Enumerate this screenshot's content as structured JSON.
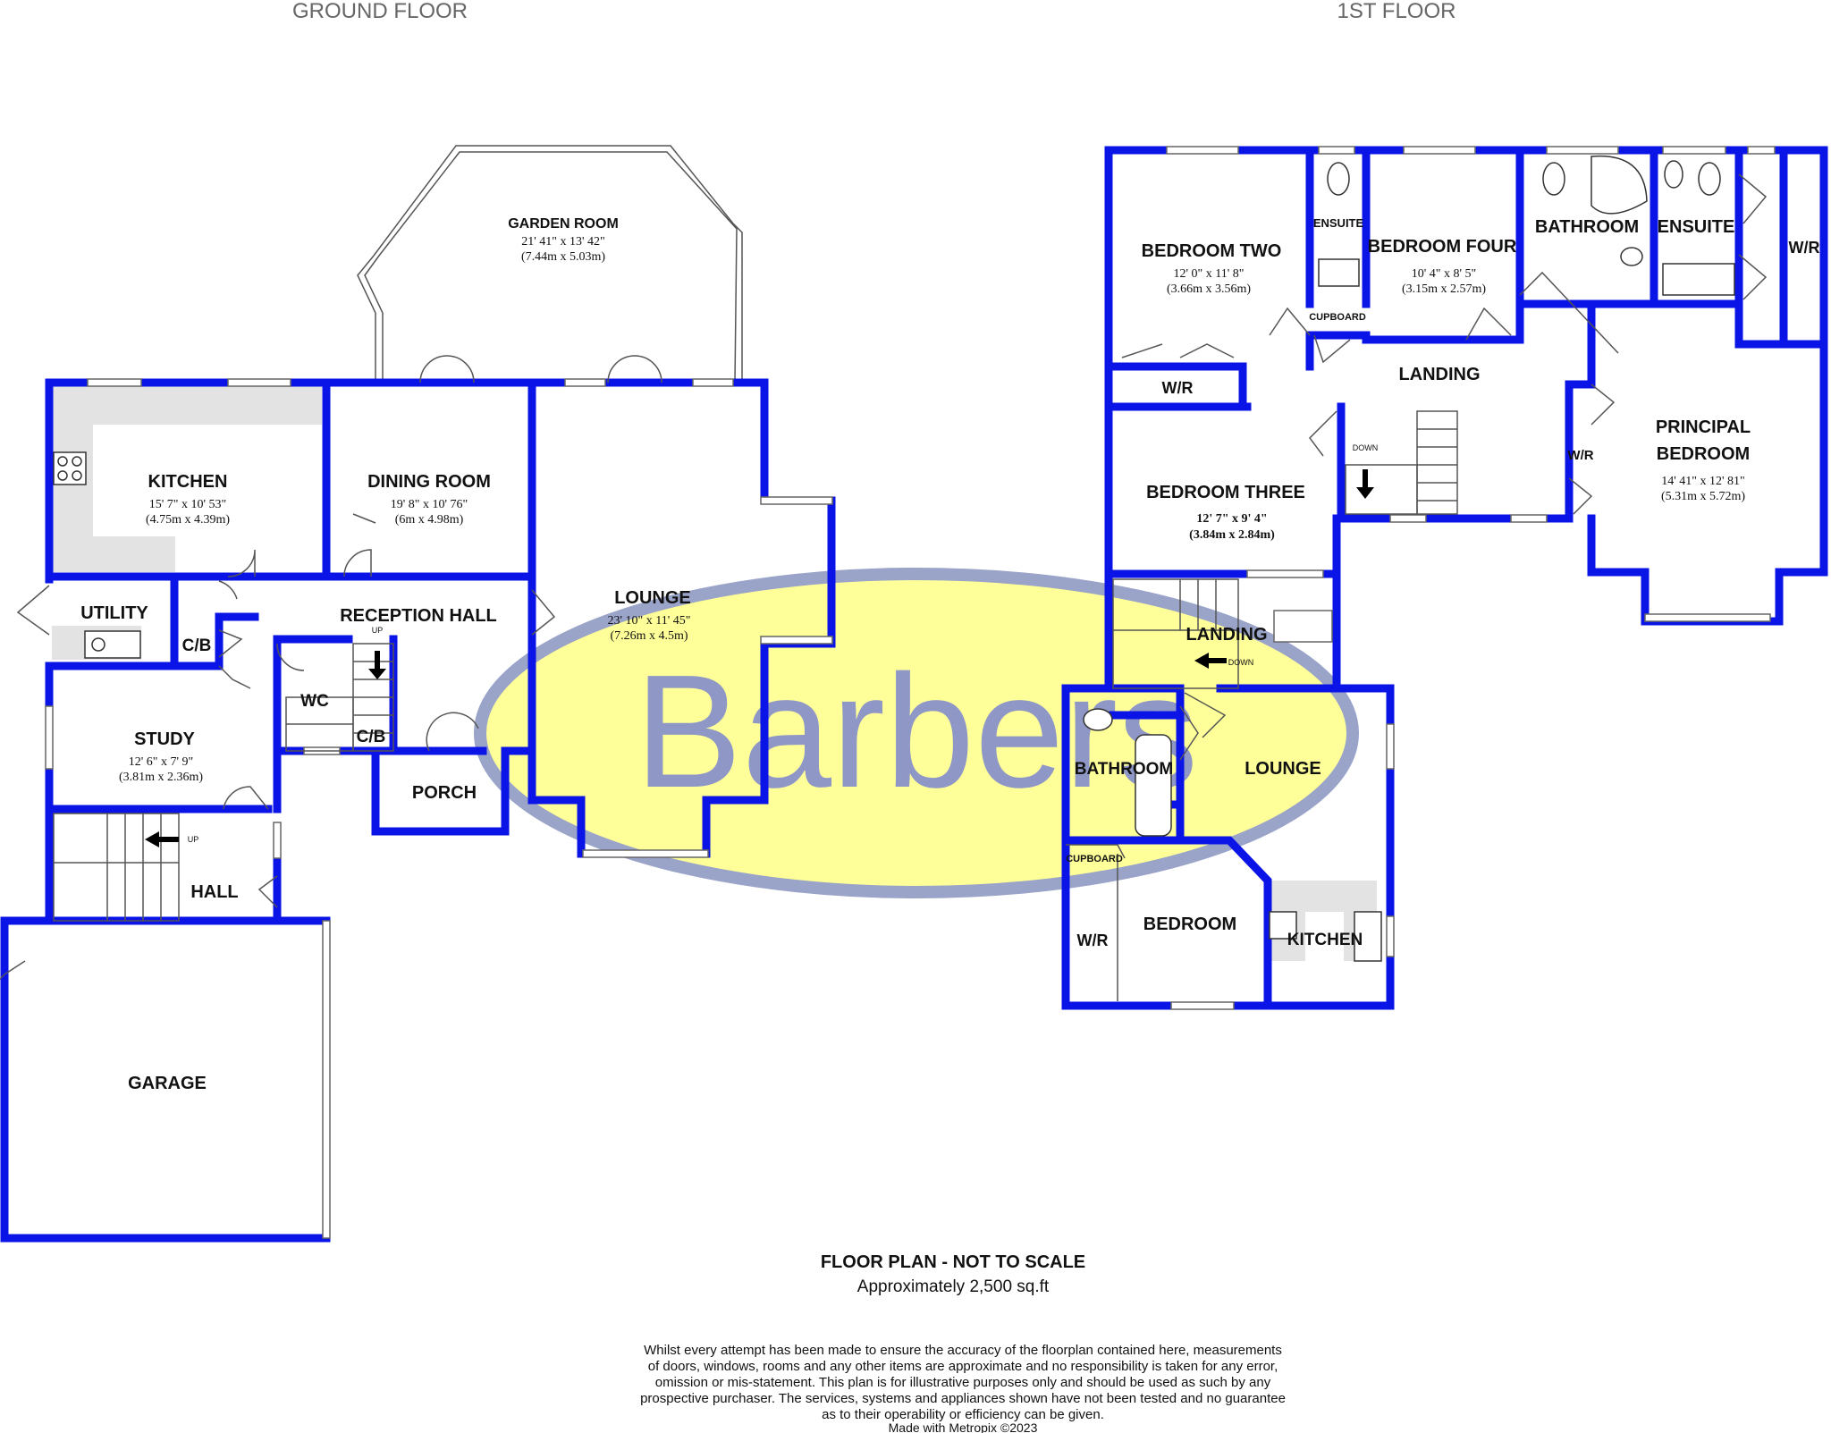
{
  "floors": {
    "ground_title": "GROUND FLOOR",
    "first_title": "1ST FLOOR"
  },
  "ground_rooms": {
    "garden_room": {
      "name": "GARDEN ROOM",
      "dim_imperial": "21' 41\" x 13' 42\"",
      "dim_metric": "(7.44m x 5.03m)"
    },
    "kitchen": {
      "name": "KITCHEN",
      "dim_imperial": "15' 7\" x 10' 53\"",
      "dim_metric": "(4.75m x 4.39m)"
    },
    "dining_room": {
      "name": "DINING ROOM",
      "dim_imperial": "19' 8\" x 10' 76\"",
      "dim_metric": "(6m x 4.98m)"
    },
    "lounge": {
      "name": "LOUNGE",
      "dim_imperial": "23' 10\" x 11' 45\"",
      "dim_metric": "(7.26m x 4.5m)"
    },
    "utility": {
      "name": "UTILITY"
    },
    "cb_utility": {
      "name": "C/B"
    },
    "reception_hall": {
      "name": "RECEPTION HALL",
      "stair_note": "UP"
    },
    "wc": {
      "name": "WC"
    },
    "cb_hall": {
      "name": "C/B"
    },
    "study": {
      "name": "STUDY",
      "dim_imperial": "12' 6\" x 7' 9\"",
      "dim_metric": "(3.81m x 2.36m)"
    },
    "porch": {
      "name": "PORCH"
    },
    "hall": {
      "name": "HALL",
      "stair_note": "UP"
    },
    "garage": {
      "name": "GARAGE"
    }
  },
  "first_rooms": {
    "bedroom_two": {
      "name": "BEDROOM TWO",
      "dim_imperial": "12' 0\" x 11' 8\"",
      "dim_metric": "(3.66m x 3.56m)"
    },
    "ensuite_small": {
      "name": "ENSUITE"
    },
    "bedroom_four": {
      "name": "BEDROOM FOUR",
      "dim_imperial": "10' 4\" x 8' 5\"",
      "dim_metric": "(3.15m x 2.57m)"
    },
    "bathroom_main": {
      "name": "BATHROOM"
    },
    "ensuite_principal": {
      "name": "ENSUITE"
    },
    "wr_right": {
      "name": "W/R"
    },
    "cupboard_top": {
      "name": "CUPBOARD"
    },
    "wr_bed_two": {
      "name": "W/R"
    },
    "landing_top": {
      "name": "LANDING",
      "stair_note": "DOWN"
    },
    "principal_bedroom": {
      "name_line1": "PRINCIPAL",
      "name_line2": "BEDROOM",
      "dim_imperial": "14' 41\" x 12' 81\"",
      "dim_metric": "(5.31m x 5.72m)"
    },
    "wr_principal": {
      "name": "W/R"
    },
    "bedroom_three": {
      "name": "BEDROOM THREE",
      "dim_imperial": "12' 7\" x 9' 4\"",
      "dim_metric": "(3.84m x 2.84m)"
    },
    "landing_lower": {
      "name": "LANDING",
      "stair_note": "DOWN"
    },
    "annex_bathroom": {
      "name": "BATHROOM"
    },
    "annex_lounge": {
      "name": "LOUNGE"
    },
    "annex_cupboard": {
      "name": "CUPBOARD"
    },
    "annex_wr": {
      "name": "W/R"
    },
    "annex_bedroom": {
      "name": "BEDROOM"
    },
    "annex_kitchen": {
      "name": "KITCHEN"
    }
  },
  "watermark": {
    "text": "Barbers",
    "ellipse_color": "#ffff99",
    "ring_color": "#9aa3c8",
    "text_color": "#8f97c6"
  },
  "wall_color": "#0a14e6",
  "footer": {
    "title": "FLOOR PLAN - NOT TO SCALE",
    "area": "Approximately 2,500 sq.ft",
    "disclaimer": [
      "Whilst every attempt has been made to ensure the accuracy of the floorplan contained here, measurements",
      "of doors, windows, rooms and any other items are approximate and no responsibility is taken for any error,",
      "omission or mis-statement. This plan is for illustrative purposes only and should be used as such by any",
      "prospective purchaser. The services, systems and appliances shown have not been tested and no guarantee",
      "as to their operability or efficiency can be given."
    ],
    "credit": "Made with Metropix ©2023"
  }
}
